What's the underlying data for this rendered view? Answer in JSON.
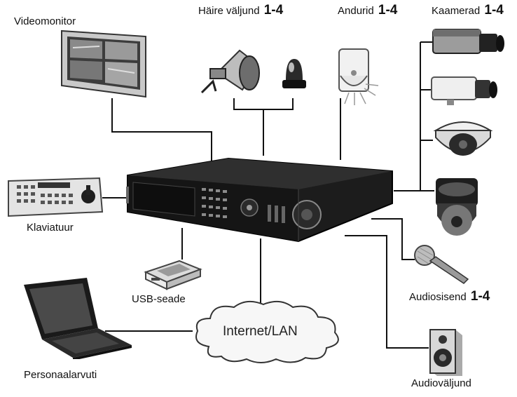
{
  "labels": {
    "videomonitor": "Videomonitor",
    "haire": "Häire väljund",
    "haire_range": "1-4",
    "andurid": "Andurid",
    "andurid_range": "1-4",
    "kaamerad": "Kaamerad",
    "kaamerad_range": "1-4",
    "klaviatuur": "Klaviatuur",
    "usb": "USB-seade",
    "internet": "Internet/LAN",
    "personaalarvuti": "Personaalarvuti",
    "audiosisend": "Audiosisend",
    "audiosisend_range": "1-4",
    "audiovaljund": "Audioväljund"
  },
  "icons": {
    "monitor": "video-monitor-icon",
    "siren": "alarm-horn-icon",
    "beacon": "alarm-beacon-icon",
    "sensor": "motion-sensor-icon",
    "camera": "camera-icon",
    "dome": "dome-camera-icon",
    "ptz": "ptz-camera-icon",
    "dvr": "dvr-recorder-icon",
    "keyboard": "keyboard-controller-icon",
    "usb": "usb-device-icon",
    "laptop": "laptop-icon",
    "cloud": "cloud-icon",
    "microphone": "microphone-icon",
    "speaker": "speaker-icon"
  }
}
